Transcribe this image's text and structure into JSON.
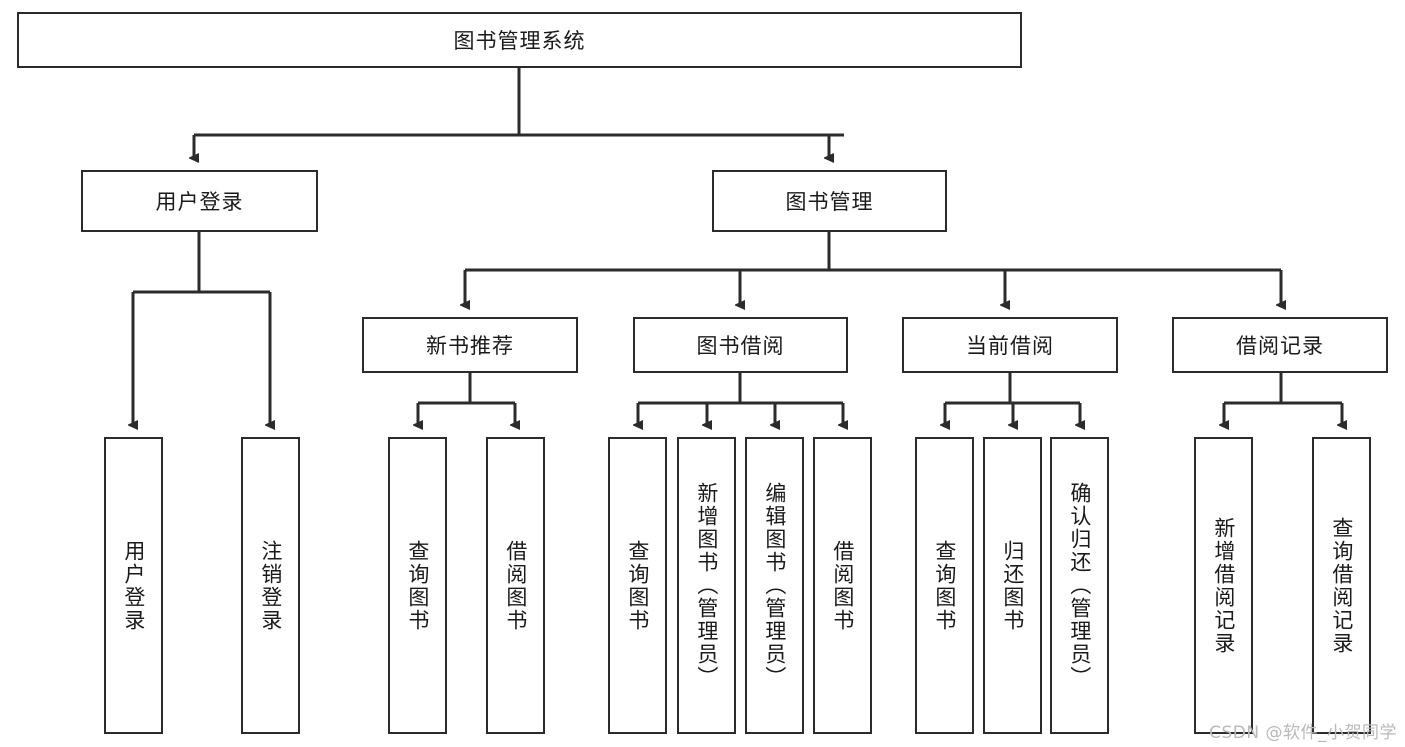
{
  "diagram": {
    "title": "图书管理系统",
    "type": "tree-hierarchy-diagram",
    "colors": {
      "box_border": "#2b2b2b",
      "box_fill": "#ffffff",
      "edge": "#2b2b2b",
      "text": "#1a1a1a",
      "watermark": "#b9b9b9"
    },
    "root": {
      "label": "图书管理系统"
    },
    "level2": [
      {
        "label": "用户登录"
      },
      {
        "label": "图书管理"
      }
    ],
    "level3": [
      {
        "label": "新书推荐"
      },
      {
        "label": "图书借阅"
      },
      {
        "label": "当前借阅"
      },
      {
        "label": "借阅记录"
      }
    ],
    "leaves": {
      "user_login": [
        {
          "label": "用户登录"
        },
        {
          "label": "注销登录"
        }
      ],
      "new_book_recommend": [
        {
          "label": "查询图书"
        },
        {
          "label": "借阅图书"
        }
      ],
      "book_borrow": [
        {
          "label": "查询图书"
        },
        {
          "label": "新增图书（管理员）"
        },
        {
          "label": "编辑图书（管理员）"
        },
        {
          "label": "借阅图书"
        }
      ],
      "current_borrow": [
        {
          "label": "查询图书"
        },
        {
          "label": "归还图书"
        },
        {
          "label": "确认归还（管理员）"
        }
      ],
      "borrow_record": [
        {
          "label": "新增借阅记录"
        },
        {
          "label": "查询借阅记录"
        }
      ]
    }
  },
  "watermark": {
    "text": "CSDN @软件_小贺同学"
  }
}
